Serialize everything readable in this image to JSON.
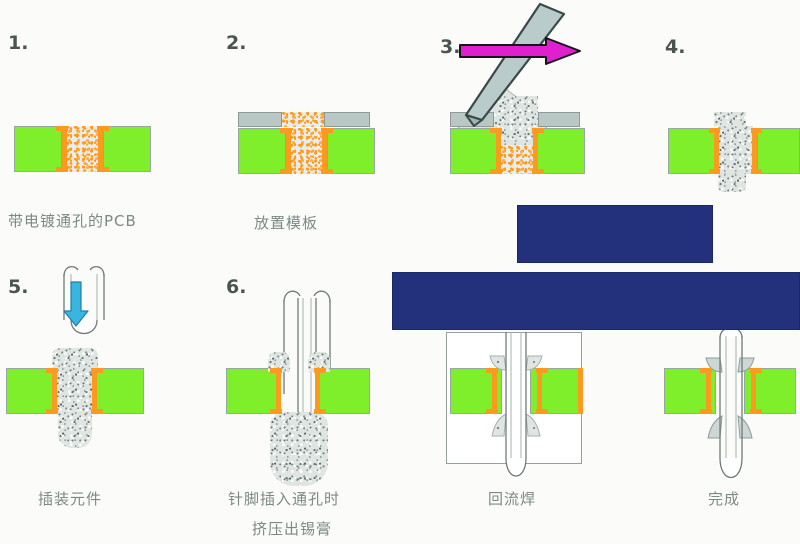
{
  "diagram": {
    "title": "Pin-in-Paste through-hole reflow soldering process",
    "background_color": "#fbfbfa"
  },
  "colors": {
    "pcb_green": "#7fee2b",
    "copper_orange": "#fb9a1e",
    "solder_paste_gray": "#dfe5e3",
    "stencil_gray": "#b9c7c5",
    "squeegee_blade": "#b9cbca",
    "arrow_magenta": "#e020d0",
    "arrow_cyan": "#3ab5e0",
    "redaction_navy": "#23317d",
    "outline_gray": "#6f7b78",
    "caption_text": "#7b8a84",
    "number_text": "#4a5550"
  },
  "steps": [
    {
      "number": "1.",
      "caption": "带电镀通孔的PCB",
      "caption_line2": ""
    },
    {
      "number": "2.",
      "caption": "放置模板",
      "caption_line2": ""
    },
    {
      "number": "3.",
      "caption": "",
      "caption_line2": ""
    },
    {
      "number": "4.",
      "caption": "",
      "caption_line2": ""
    },
    {
      "number": "5.",
      "caption": "插装元件",
      "caption_line2": ""
    },
    {
      "number": "6.",
      "caption": "针脚插入通孔时",
      "caption_line2": "挤压出锡膏"
    },
    {
      "number": "",
      "caption": "回流焊",
      "caption_line2": ""
    },
    {
      "number": "",
      "caption": "完成",
      "caption_line2": ""
    }
  ],
  "annotations": {
    "squeegee_arrow_direction": "right",
    "insertion_arrow_direction": "down"
  }
}
